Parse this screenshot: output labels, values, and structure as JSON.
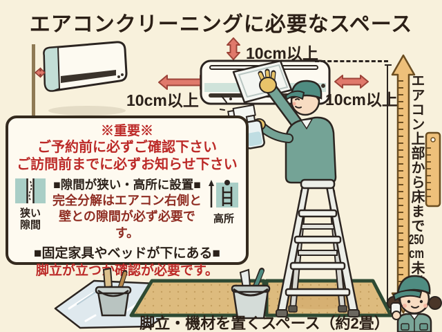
{
  "title": "エアコンクリーニングに必要なスペース",
  "clearances": {
    "left_label": "10cm以上",
    "top_label": "10cm以上",
    "right_label": "10cm以上"
  },
  "height_limit": {
    "prefix": "エアコン上部から床まで",
    "value": "250",
    "unit": "cm",
    "suffix": "未満"
  },
  "notice": {
    "title": "※重要※",
    "line1": "ご予約前に必ずご確認下さい",
    "line2": "ご訪問前までに必ずお知らせ下さい",
    "narrow_gap_label_1": "狭い",
    "narrow_gap_label_2": "隙間",
    "install_heading": "■隙間が狭い・高所に設置■",
    "install_body_1": "完全分解はエアコン右側と",
    "install_body_2": "壁との隙間が必ず必要です。",
    "high_place_label": "高所",
    "furniture_heading": "■固定家具やベッドが下にある■",
    "furniture_body": "脚立が立つか確認が必要です。"
  },
  "floor": {
    "caption": "脚立・機材を置くスペース（約2畳）"
  },
  "colors": {
    "background": "#f8f1dc",
    "accent_red_text": "#bc2a28",
    "dark_red_text": "#8f2c22",
    "arrow_red": "#e0796b",
    "ruler_tan": "#eec07a",
    "icon_teal": "#a9cec6",
    "uniform_green": "#74a396",
    "mat_tan": "#ddbb7e",
    "mat_border_green": "#2e4a33"
  }
}
